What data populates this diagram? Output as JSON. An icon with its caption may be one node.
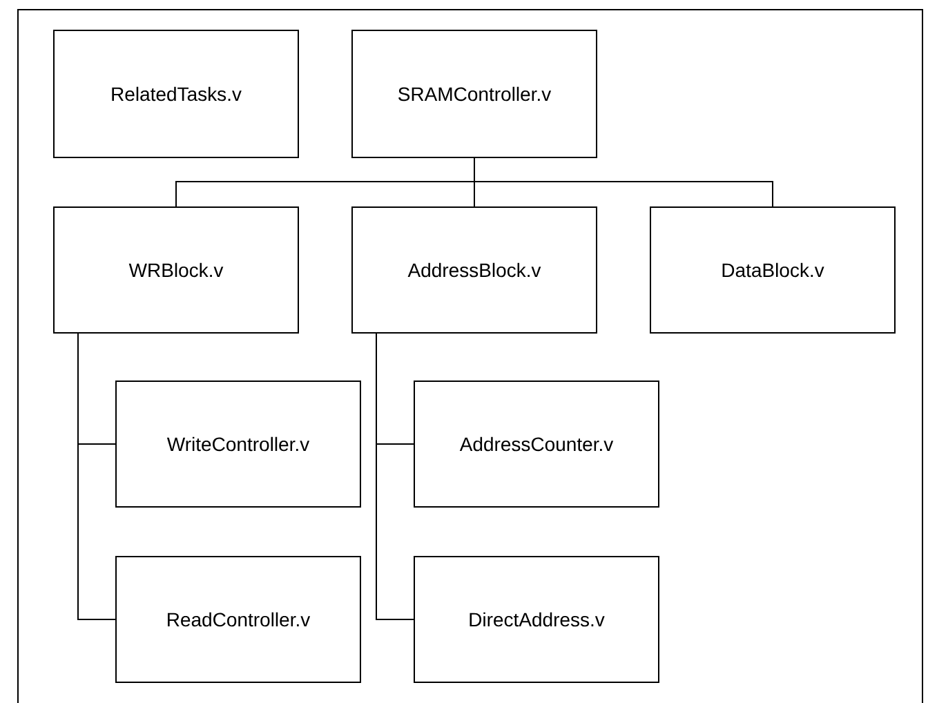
{
  "diagram": {
    "nodes": [
      {
        "text": [
          "RelatedTasks.v"
        ]
      },
      {
        "text": [
          "SRAMController.v"
        ]
      },
      {
        "text": [
          "WRBlock.v"
        ]
      },
      {
        "text": [
          "AddressBlock.v"
        ]
      },
      {
        "text": [
          "DataBlock.v"
        ]
      },
      {
        "text": [
          "WriteController.v"
        ]
      },
      {
        "text": [
          "ReadController.v"
        ]
      },
      {
        "text": [
          "AddressCounter.v"
        ]
      },
      {
        "text": [
          "DirectAddress.v"
        ]
      }
    ],
    "edges": [
      {
        "from": 1,
        "to": 2,
        "arrow": "none"
      },
      {
        "from": 1,
        "to": 3,
        "arrow": "none"
      },
      {
        "from": 1,
        "to": 4,
        "arrow": "none"
      },
      {
        "from": 2,
        "to": 5,
        "arrow": "none"
      },
      {
        "from": 2,
        "to": 6,
        "arrow": "none"
      },
      {
        "from": 3,
        "to": 7,
        "arrow": "none"
      },
      {
        "from": 3,
        "to": 8,
        "arrow": "none"
      }
    ]
  }
}
